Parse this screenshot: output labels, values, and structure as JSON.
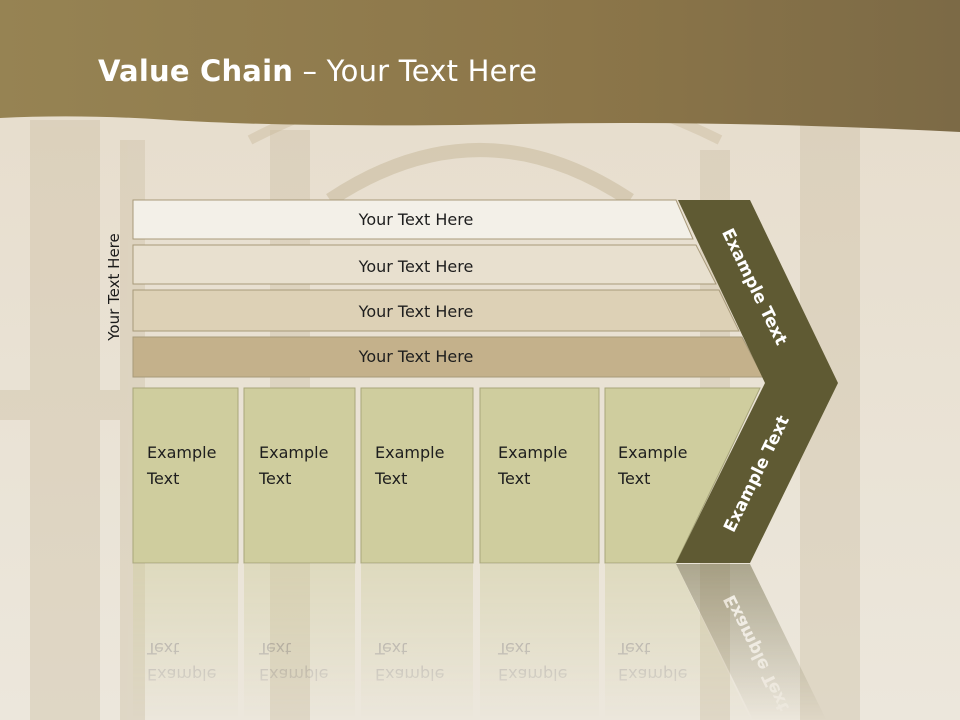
{
  "slide": {
    "title_bold": "Value Chain",
    "title_rest": " – Your Text Here",
    "side_label": "Your Text Here"
  },
  "rows": [
    {
      "label": "Your Text Here",
      "fill": "#f3f0e8"
    },
    {
      "label": "Your Text Here",
      "fill": "#e8e0cf"
    },
    {
      "label": "Your Text Here",
      "fill": "#ddd1b6"
    },
    {
      "label": "Your Text Here",
      "fill": "#c4b18b"
    }
  ],
  "boxes": [
    {
      "line1": "Example",
      "line2": "Text"
    },
    {
      "line1": "Example",
      "line2": "Text"
    },
    {
      "line1": "Example",
      "line2": "Text"
    },
    {
      "line1": "Example",
      "line2": "Text"
    },
    {
      "line1": "Example",
      "line2": "Text"
    }
  ],
  "chevron": {
    "upper_label": "Example Text",
    "lower_label": "Example Text"
  },
  "colors": {
    "header": "#8f7a4c",
    "chevron": "#5f5a33",
    "box_fill": "#cfcd9e",
    "box_stroke": "#a8a67a",
    "row_stroke": "#a89a7a"
  }
}
